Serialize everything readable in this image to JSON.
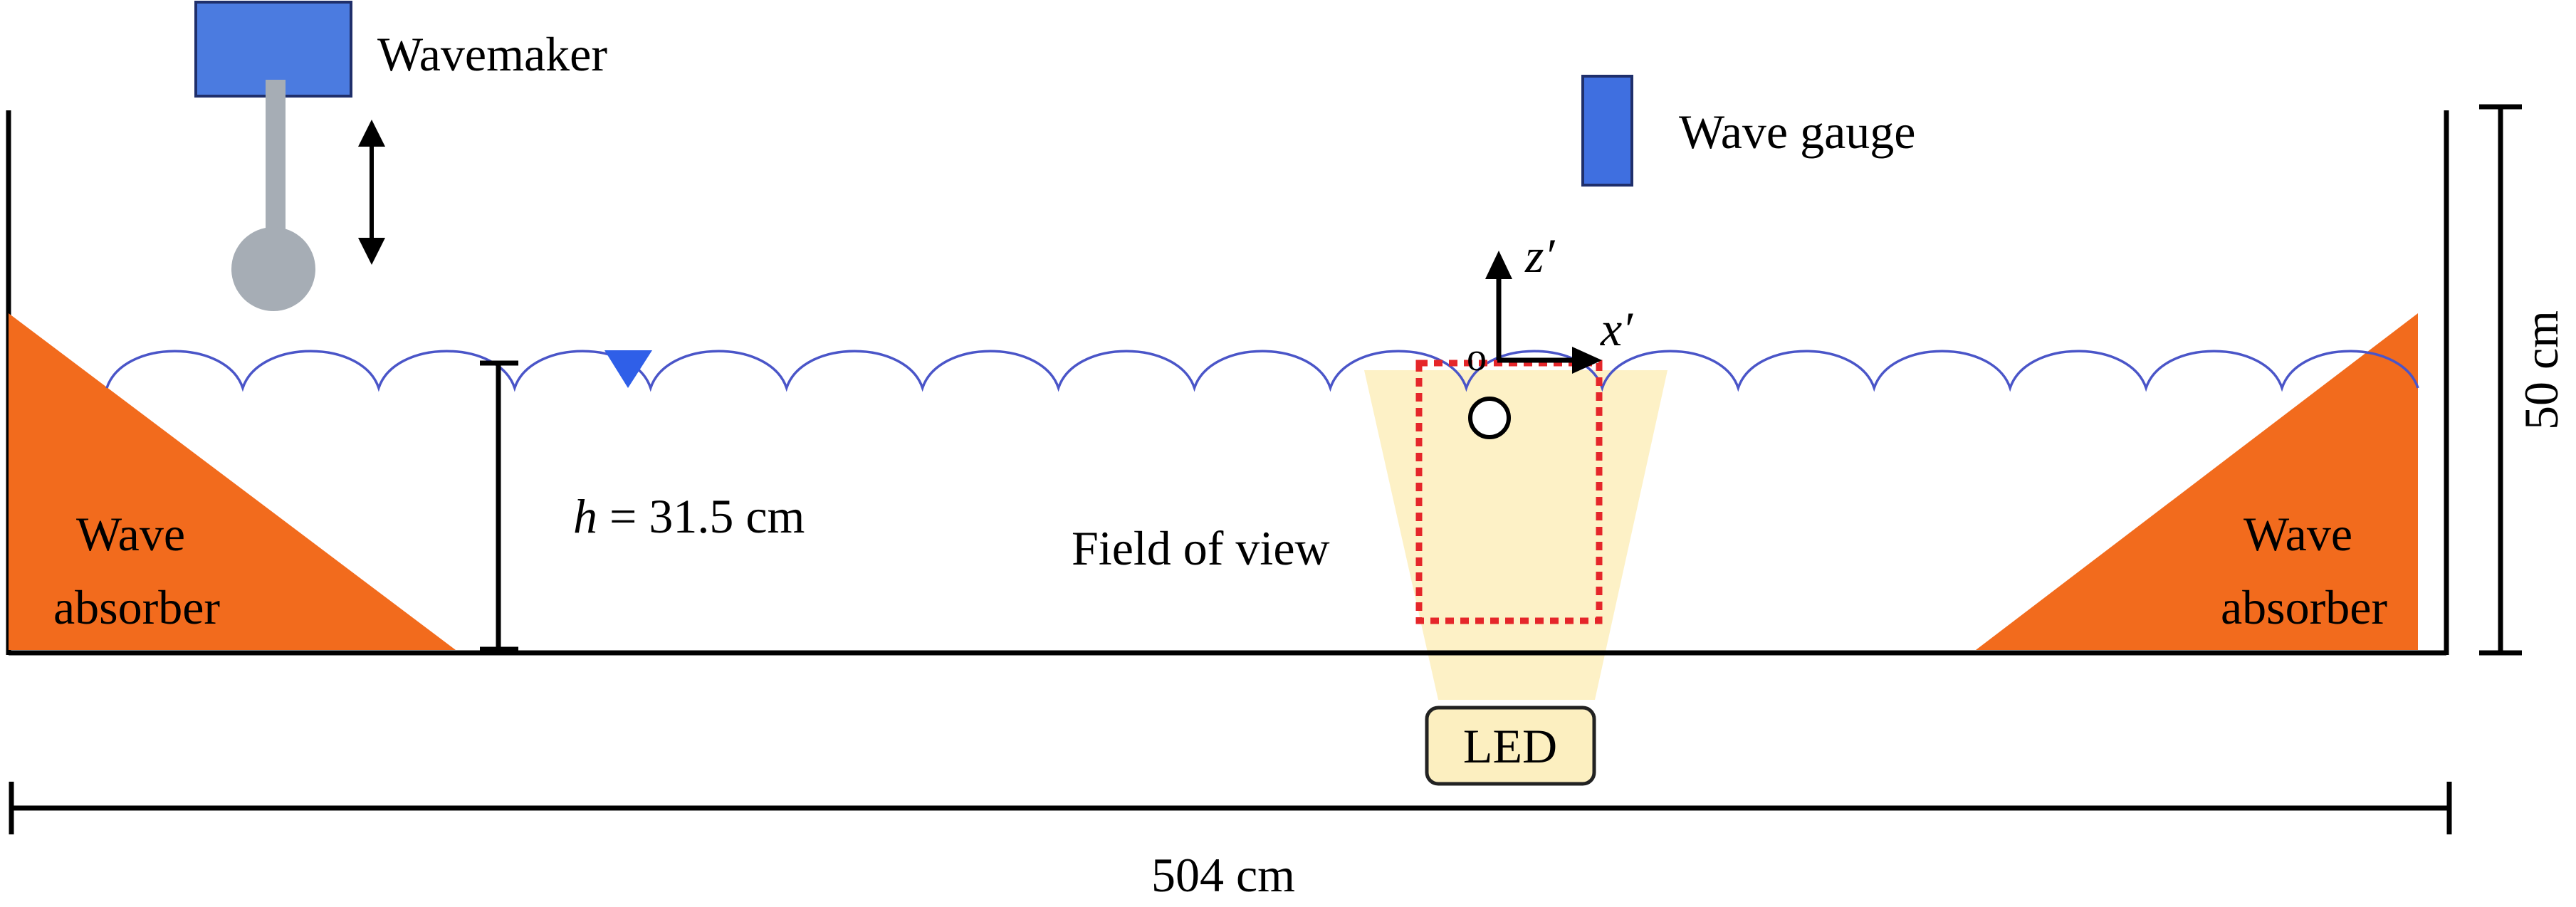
{
  "labels": {
    "wavemaker": "Wavemaker",
    "wave_gauge": "Wave gauge",
    "absorber_left_line1": "Wave",
    "absorber_left_line2": "absorber",
    "absorber_right_line1": "Wave",
    "absorber_right_line2": "absorber",
    "depth_var": "h",
    "depth_value": " = 31.5 cm",
    "field_of_view": "Field of view",
    "led": "LED",
    "length": "504 cm",
    "height": "50 cm",
    "origin": "o",
    "axis_x": "x′",
    "axis_z": "z′"
  },
  "colors": {
    "wavemaker_box": "#4B7BE0",
    "wavemaker_rod": "#A6ADB5",
    "wave_gauge": "#3F6FE0",
    "absorber": "#F26B1D",
    "water_surface": "#4A55C8",
    "water_level_marker": "#2F5FE8",
    "light_cone": "#FDF1C6",
    "fov_box": "#E5262A",
    "led_box": "#FCEFC0"
  }
}
